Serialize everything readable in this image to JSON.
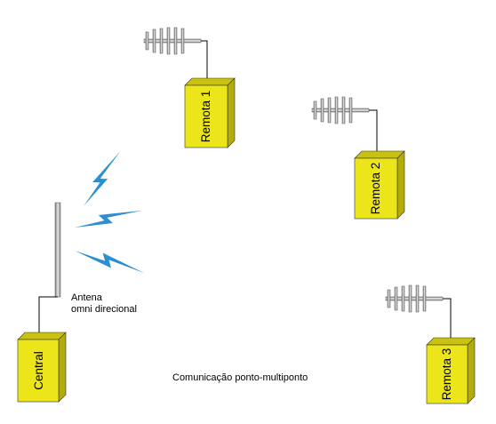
{
  "nodes": {
    "central": {
      "label": "Central"
    },
    "remota1": {
      "label": "Remota 1"
    },
    "remota2": {
      "label": "Remota 2"
    },
    "remota3": {
      "label": "Remota 3"
    }
  },
  "antenna_caption": {
    "line1": "Antena",
    "line2": "omni direcional"
  },
  "caption": "Comunicação ponto-multiponto",
  "colors": {
    "box_front": "#ebe51a",
    "box_top": "#c9c210",
    "box_side": "#b3ad0a",
    "lightning": "#2d8fd0",
    "antenna_metal": "#9e9e9e"
  },
  "icons": [
    "yagi-antenna-icon",
    "omni-antenna-icon",
    "lightning-icon"
  ]
}
